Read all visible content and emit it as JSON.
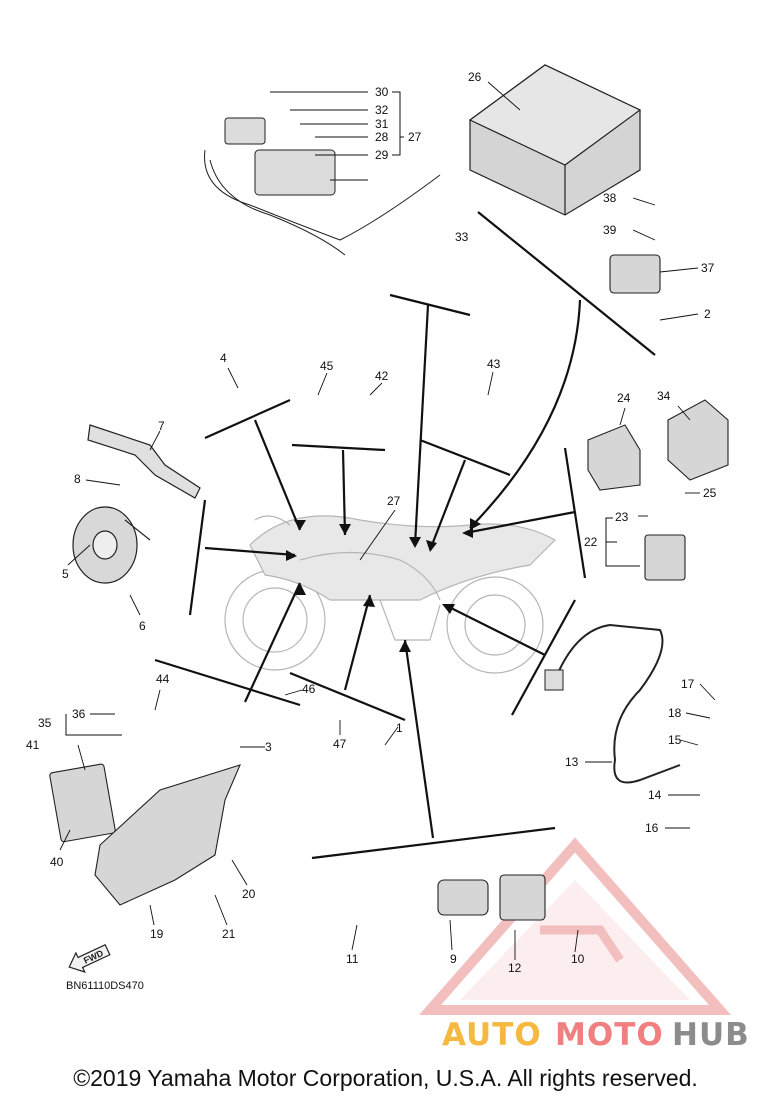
{
  "parts": [
    {
      "id": "p1",
      "label": "1"
    },
    {
      "id": "p2",
      "label": "2"
    },
    {
      "id": "p3",
      "label": "3"
    },
    {
      "id": "p4",
      "label": "4"
    },
    {
      "id": "p5",
      "label": "5"
    },
    {
      "id": "p6",
      "label": "6"
    },
    {
      "id": "p7",
      "label": "7"
    },
    {
      "id": "p8",
      "label": "8"
    },
    {
      "id": "p9",
      "label": "9"
    },
    {
      "id": "p10",
      "label": "10"
    },
    {
      "id": "p11",
      "label": "11"
    },
    {
      "id": "p12",
      "label": "12"
    },
    {
      "id": "p13",
      "label": "13"
    },
    {
      "id": "p14",
      "label": "14"
    },
    {
      "id": "p15",
      "label": "15"
    },
    {
      "id": "p16",
      "label": "16"
    },
    {
      "id": "p17",
      "label": "17"
    },
    {
      "id": "p18",
      "label": "18"
    },
    {
      "id": "p19",
      "label": "19"
    },
    {
      "id": "p20",
      "label": "20"
    },
    {
      "id": "p21",
      "label": "21"
    },
    {
      "id": "p22",
      "label": "22"
    },
    {
      "id": "p23",
      "label": "23"
    },
    {
      "id": "p24",
      "label": "24"
    },
    {
      "id": "p25",
      "label": "25"
    },
    {
      "id": "p26",
      "label": "26"
    },
    {
      "id": "p27a",
      "label": "27"
    },
    {
      "id": "p27b",
      "label": "27"
    },
    {
      "id": "p28",
      "label": "28"
    },
    {
      "id": "p29",
      "label": "29"
    },
    {
      "id": "p30",
      "label": "30"
    },
    {
      "id": "p31",
      "label": "31"
    },
    {
      "id": "p32",
      "label": "32"
    },
    {
      "id": "p33",
      "label": "33"
    },
    {
      "id": "p34",
      "label": "34"
    },
    {
      "id": "p35",
      "label": "35"
    },
    {
      "id": "p36",
      "label": "36"
    },
    {
      "id": "p37",
      "label": "37"
    },
    {
      "id": "p38",
      "label": "38"
    },
    {
      "id": "p39",
      "label": "39"
    },
    {
      "id": "p40",
      "label": "40"
    },
    {
      "id": "p41",
      "label": "41"
    },
    {
      "id": "p42",
      "label": "42"
    },
    {
      "id": "p43",
      "label": "43"
    },
    {
      "id": "p44",
      "label": "44"
    },
    {
      "id": "p45",
      "label": "45"
    },
    {
      "id": "p46",
      "label": "46"
    },
    {
      "id": "p47",
      "label": "47"
    }
  ],
  "fwd_label": "FWD",
  "drawing_code": "BN61110DS470",
  "copyright": "©2019 Yamaha Motor Corporation, U.S.A. All rights reserved.",
  "watermark": {
    "part1": "AUTO",
    "part2": "MOTO",
    "part3": "HUB",
    "color1": "#f5b942",
    "color2": "#f07f7f",
    "color3": "#8c8c8c"
  },
  "colors": {
    "line": "#111111",
    "bike": "#bdbdbd"
  }
}
